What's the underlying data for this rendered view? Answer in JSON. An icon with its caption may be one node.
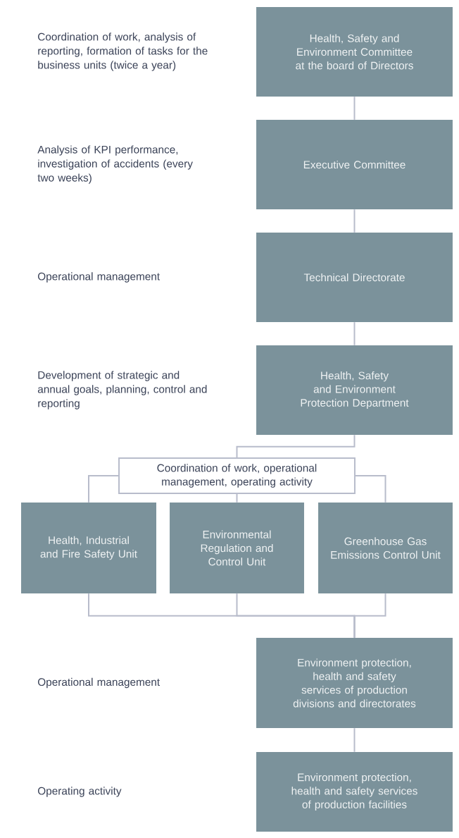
{
  "diagram": {
    "nodes": [
      {
        "text": [
          "Health, Safety and Environment Committee at the board of Directors"
        ]
      },
      {
        "text": [
          "Executive Committee"
        ]
      },
      {
        "text": [
          "Technical Directorate"
        ]
      },
      {
        "text": [
          "Health, Safety and Environment Protection Department"
        ]
      },
      {
        "text": [
          "Coordination of work, operational management, operating activity"
        ]
      },
      {
        "text": [
          "Health, Industrial and Fire Safety Unit"
        ]
      },
      {
        "text": [
          "Environmental Regulation and Control Unit"
        ]
      },
      {
        "text": [
          "Greenhouse Gas Emissions Control Unit"
        ]
      },
      {
        "text": [
          "Environment protection, health and safety services of production divisions and directorates"
        ]
      },
      {
        "text": [
          "Environment protection, health and safety services of production facilities"
        ]
      }
    ],
    "labels": [
      "Coordination of work, analysis of reporting, formation of tasks for the business units (twice a year)",
      "Analysis of KPI performance, investigation of accidents (every two weeks)",
      "Operational management",
      "Development of strategic and annual goals, planning, control and reporting",
      "Operational management",
      "Operating activity"
    ],
    "edges": [
      {
        "from": 0,
        "to": 1,
        "arrow": "none"
      },
      {
        "from": 1,
        "to": 2,
        "arrow": "none"
      },
      {
        "from": 2,
        "to": 3,
        "arrow": "none"
      },
      {
        "from": 3,
        "to": 4,
        "arrow": "none"
      },
      {
        "from": 4,
        "to": 5,
        "arrow": "none"
      },
      {
        "from": 4,
        "to": 6,
        "arrow": "none"
      },
      {
        "from": 4,
        "to": 7,
        "arrow": "none"
      },
      {
        "from": 5,
        "to": 8,
        "arrow": "none"
      },
      {
        "from": 6,
        "to": 8,
        "arrow": "none"
      },
      {
        "from": 7,
        "to": 8,
        "arrow": "none"
      },
      {
        "from": 8,
        "to": 9,
        "arrow": "none"
      }
    ]
  }
}
